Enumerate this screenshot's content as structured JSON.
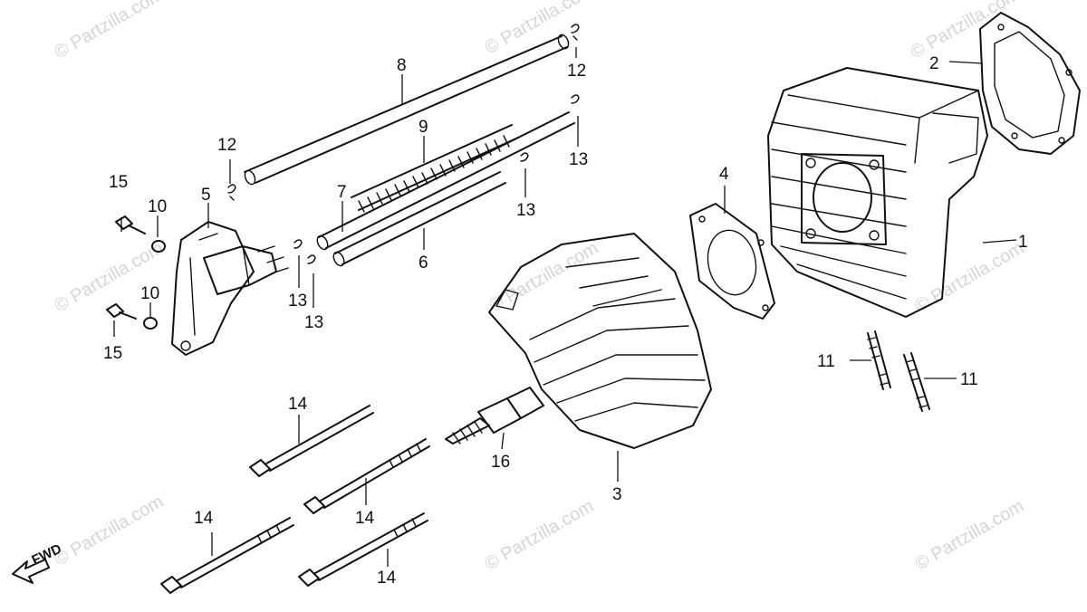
{
  "watermark": {
    "text": "© Partzilla.com"
  },
  "direction_marker": {
    "label": "FWD"
  },
  "callouts": [
    {
      "id": "c1",
      "label": "1"
    },
    {
      "id": "c2",
      "label": "2"
    },
    {
      "id": "c3",
      "label": "3"
    },
    {
      "id": "c4",
      "label": "4"
    },
    {
      "id": "c5",
      "label": "5"
    },
    {
      "id": "c6",
      "label": "6"
    },
    {
      "id": "c7",
      "label": "7"
    },
    {
      "id": "c8",
      "label": "8"
    },
    {
      "id": "c9",
      "label": "9"
    },
    {
      "id": "c10a",
      "label": "10"
    },
    {
      "id": "c10b",
      "label": "10"
    },
    {
      "id": "c11a",
      "label": "11"
    },
    {
      "id": "c11b",
      "label": "11"
    },
    {
      "id": "c12a",
      "label": "12"
    },
    {
      "id": "c12b",
      "label": "12"
    },
    {
      "id": "c13a",
      "label": "13"
    },
    {
      "id": "c13b",
      "label": "13"
    },
    {
      "id": "c13c",
      "label": "13"
    },
    {
      "id": "c13d",
      "label": "13"
    },
    {
      "id": "c14a",
      "label": "14"
    },
    {
      "id": "c14b",
      "label": "14"
    },
    {
      "id": "c14c",
      "label": "14"
    },
    {
      "id": "c14d",
      "label": "14"
    },
    {
      "id": "c15a",
      "label": "15"
    },
    {
      "id": "c15b",
      "label": "15"
    },
    {
      "id": "c16",
      "label": "16"
    }
  ]
}
